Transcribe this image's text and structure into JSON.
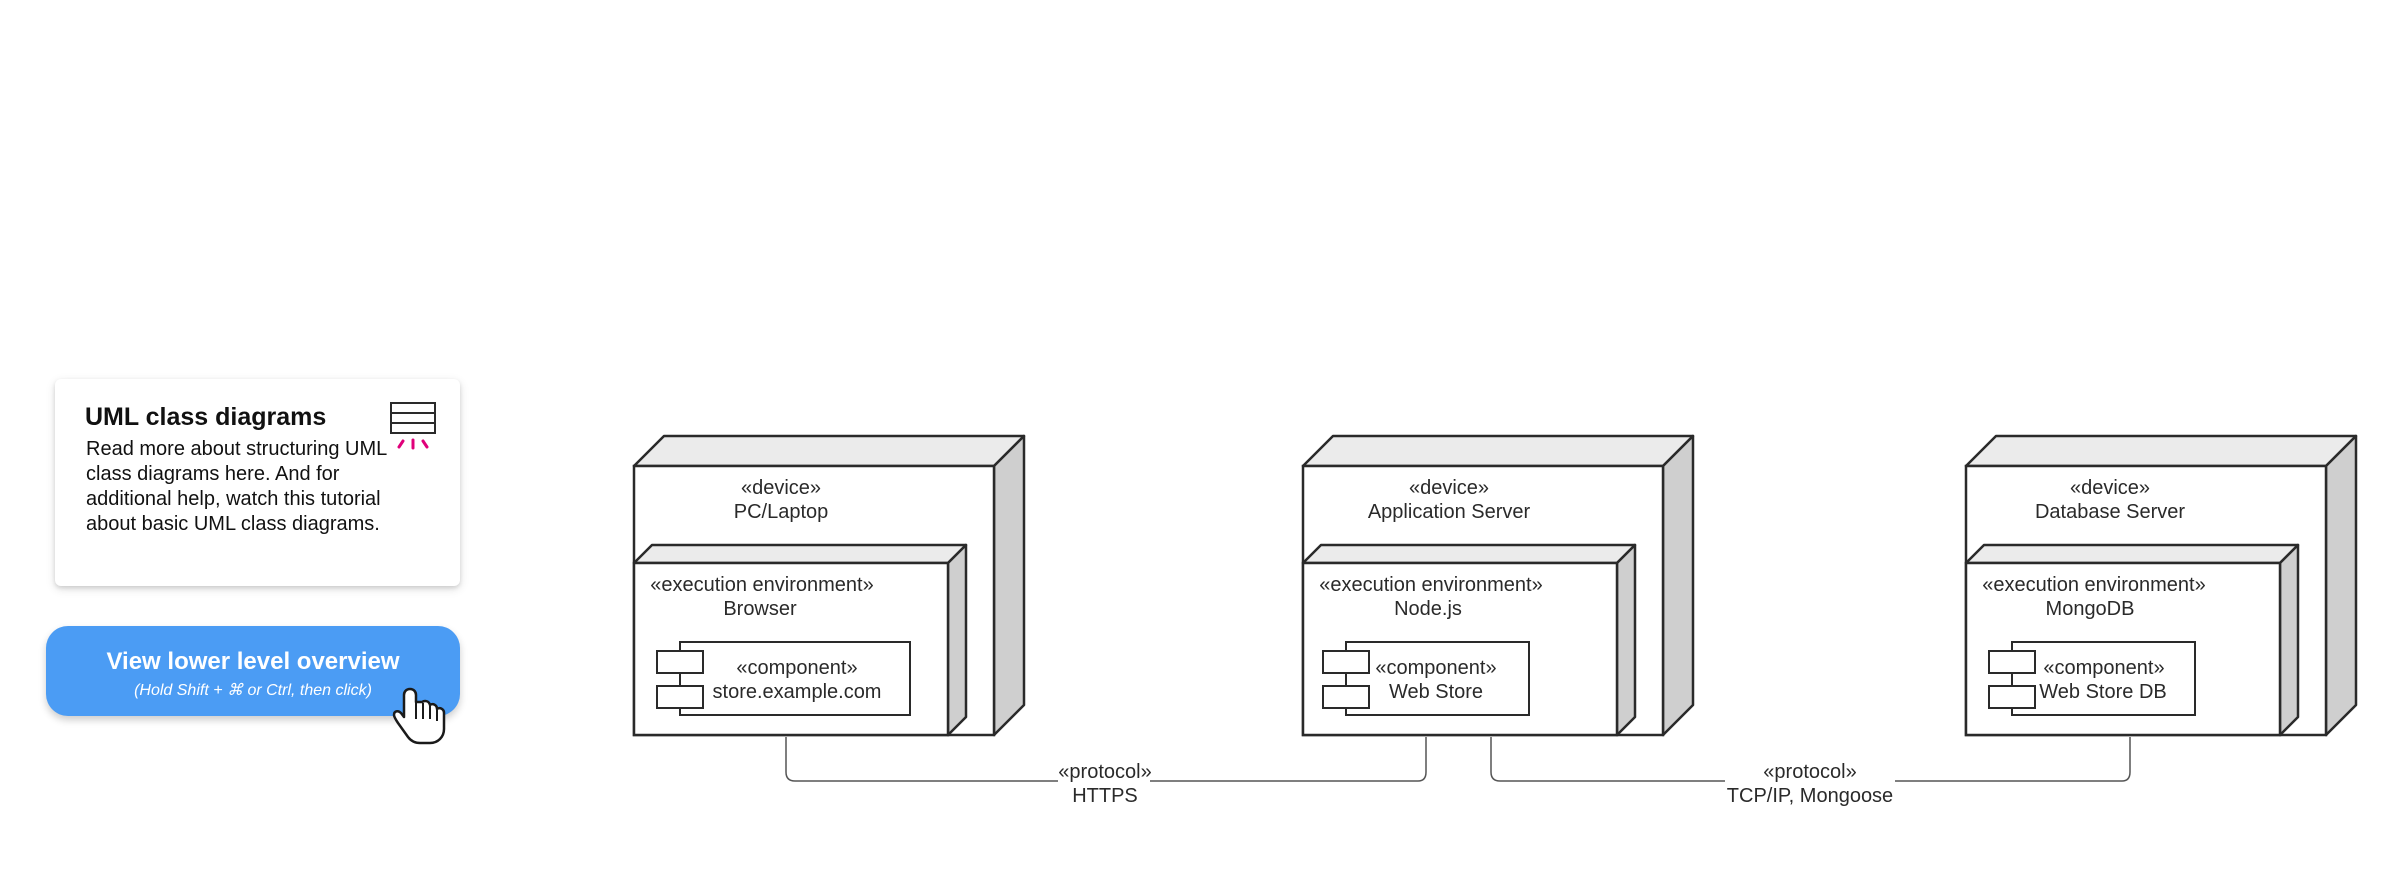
{
  "info_card": {
    "title": "UML class diagrams",
    "text": "Read more about structuring UML class diagrams here. And for additional help, watch this tutorial about basic UML class diagrams.",
    "icon": "uml-class-icon"
  },
  "view_button": {
    "label": "View lower level overview",
    "hint": "(Hold Shift + ⌘ or Ctrl, then click)",
    "cursor_icon": "hand-pointer-icon"
  },
  "nodes": [
    {
      "device_stereotype": "«device»",
      "device_name": "PC/Laptop",
      "env_stereotype": "«execution environment»",
      "env_name": "Browser",
      "component_stereotype": "«component»",
      "component_name": "store.example.com"
    },
    {
      "device_stereotype": "«device»",
      "device_name": "Application Server",
      "env_stereotype": "«execution environment»",
      "env_name": "Node.js",
      "component_stereotype": "«component»",
      "component_name": "Web Store"
    },
    {
      "device_stereotype": "«device»",
      "device_name": "Database Server",
      "env_stereotype": "«execution environment»",
      "env_name": "MongoDB",
      "component_stereotype": "«component»",
      "component_name": "Web Store DB"
    }
  ],
  "connections": [
    {
      "from": "PC/Laptop",
      "to": "Application Server",
      "stereotype": "«protocol»",
      "label": "HTTPS"
    },
    {
      "from": "Application Server",
      "to": "Database Server",
      "stereotype": "«protocol»",
      "label": "TCP/IP, Mongoose"
    }
  ],
  "colors": {
    "button": "#4b9cf4",
    "icon_accent": "#e0007a",
    "node_top": "#ebebeb",
    "node_side": "#cfcfcf",
    "stroke": "#2a2a2a"
  }
}
